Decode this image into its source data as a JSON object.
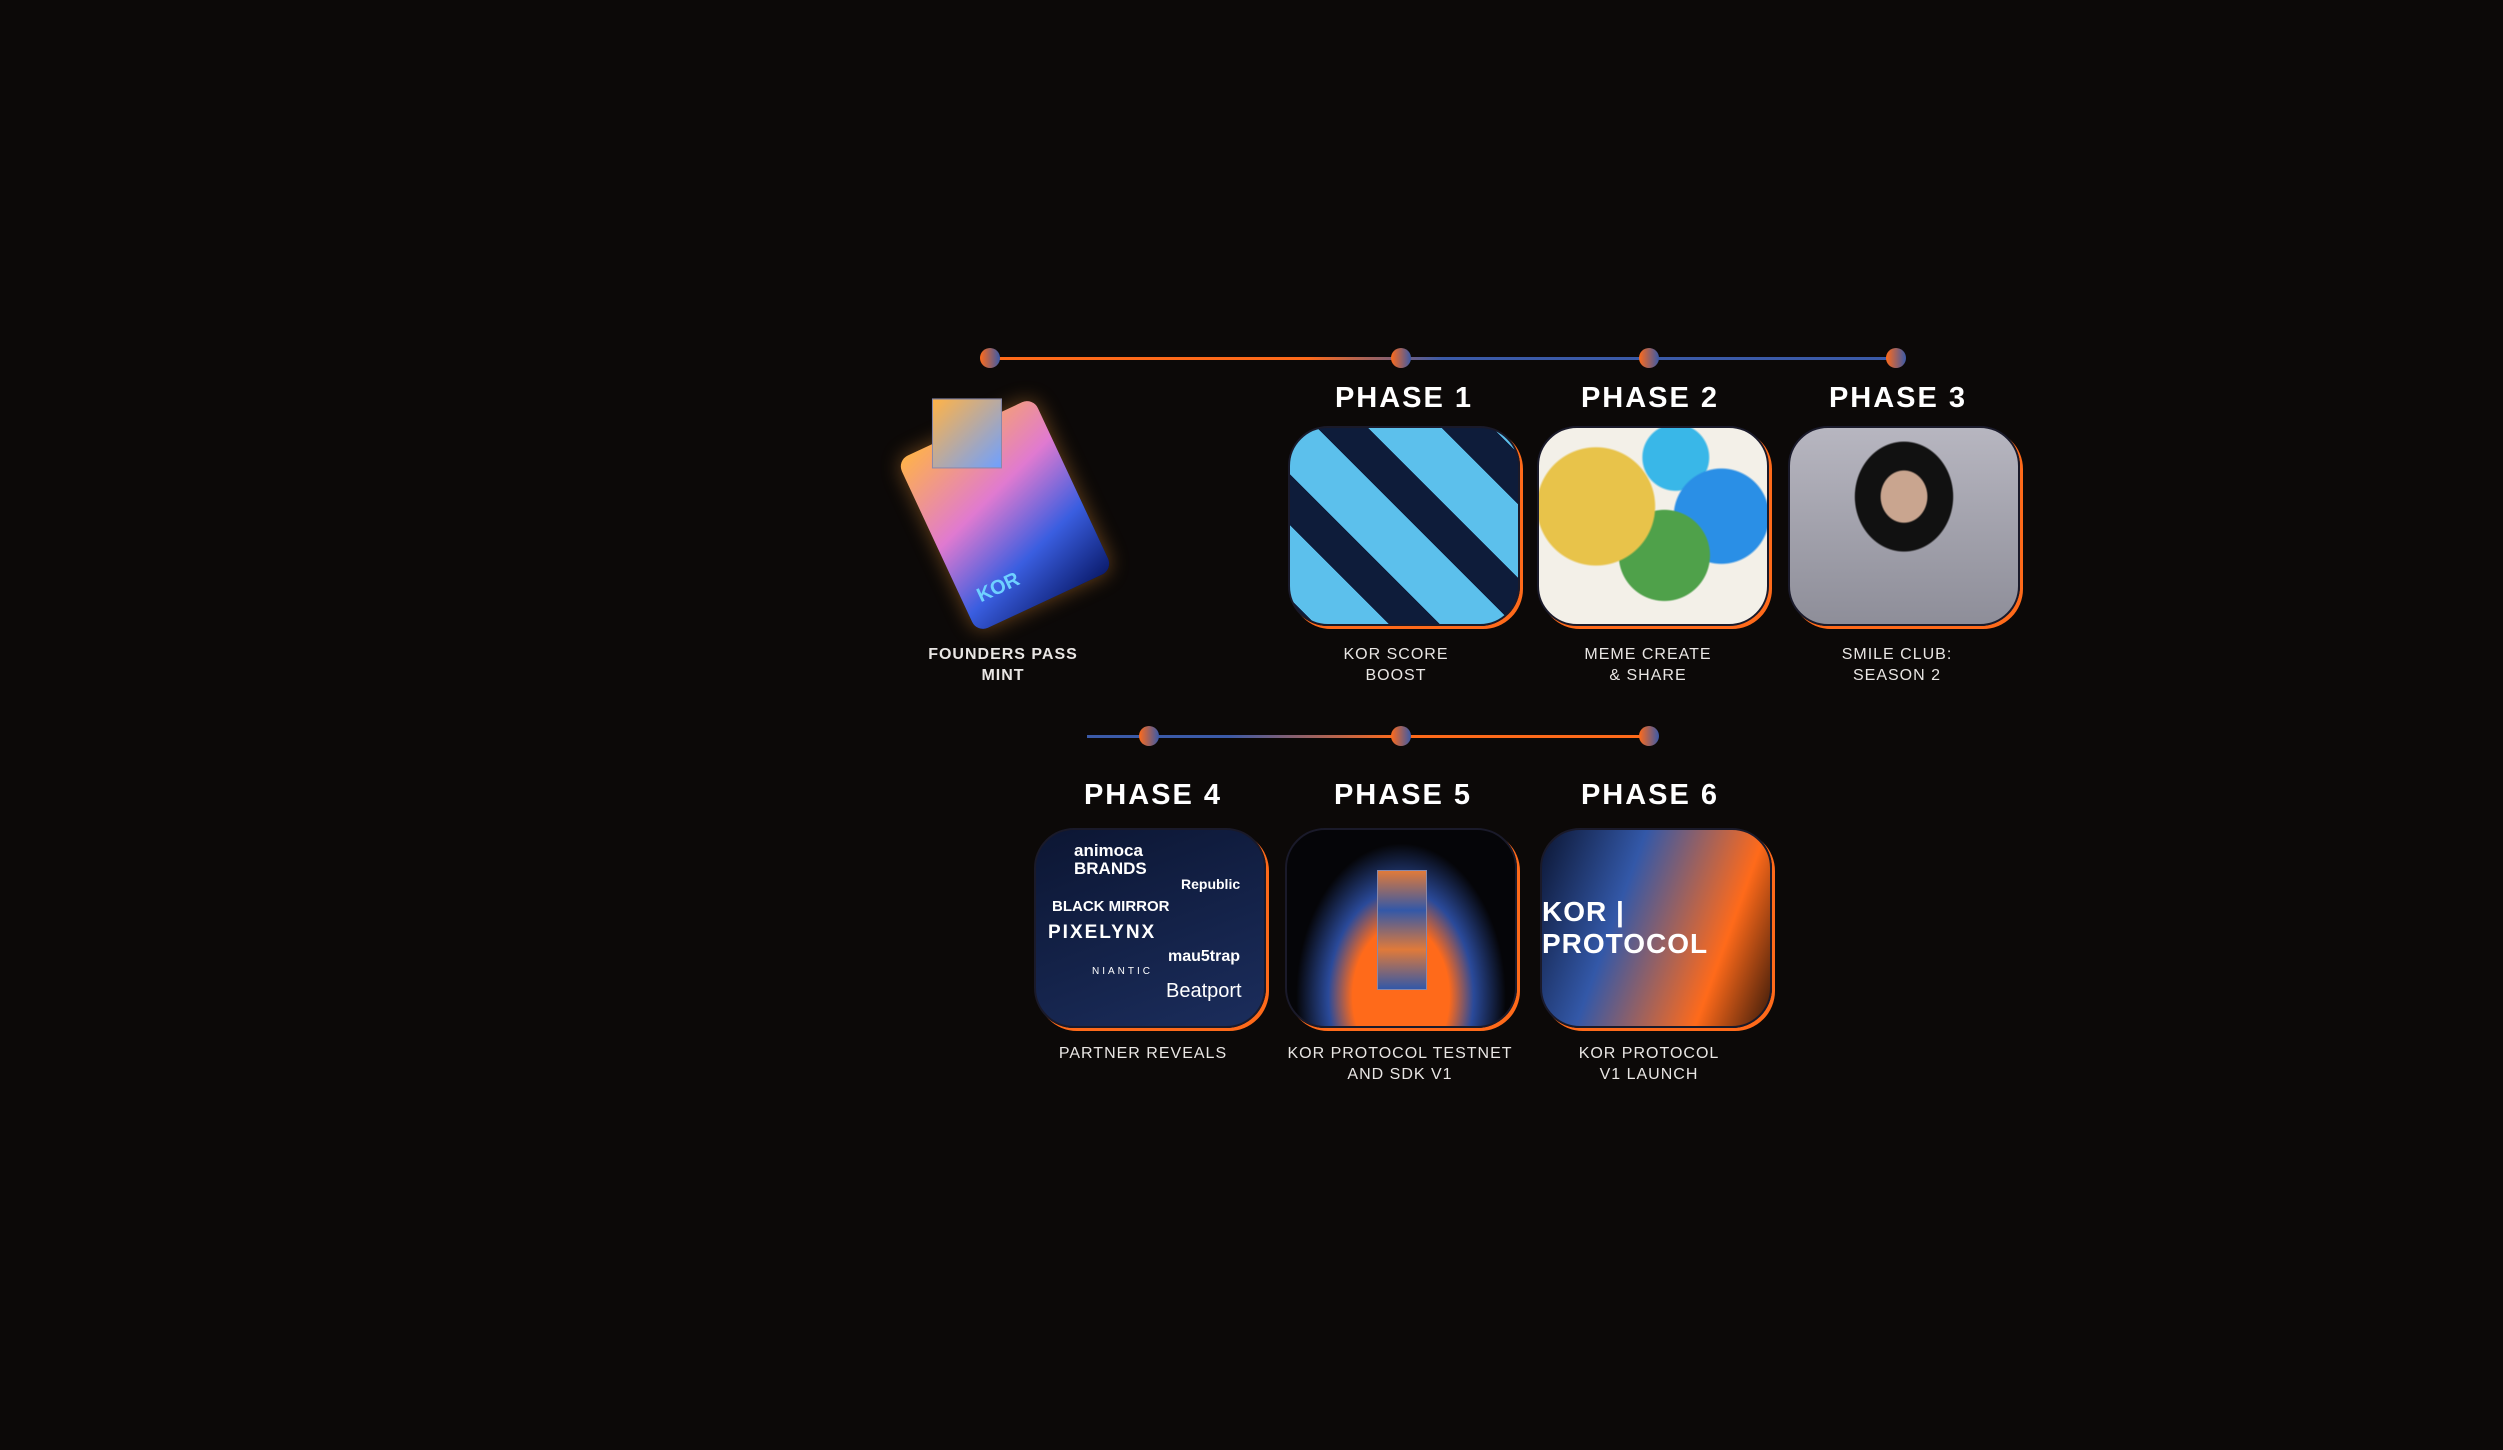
{
  "founders": {
    "label_line1": "FOUNDERS PASS",
    "label_line2": "MINT",
    "card_text": "KOR"
  },
  "phases": [
    {
      "title": "PHASE 1",
      "label_line1": "KOR SCORE",
      "label_line2": "BOOST"
    },
    {
      "title": "PHASE 2",
      "label_line1": "MEME CREATE",
      "label_line2": "& SHARE"
    },
    {
      "title": "PHASE 3",
      "label_line1": "SMILE CLUB:",
      "label_line2": "SEASON 2"
    },
    {
      "title": "PHASE 4",
      "label_line1": "PARTNER REVEALS",
      "label_line2": ""
    },
    {
      "title": "PHASE 5",
      "label_line1": "KOR PROTOCOL TESTNET",
      "label_line2": "AND SDK V1"
    },
    {
      "title": "PHASE 6",
      "label_line1": "KOR PROTOCOL",
      "label_line2": "V1 LAUNCH"
    }
  ],
  "partners": [
    "animoca BRANDS",
    "Republic",
    "BLACK MIRROR",
    "PIXELYNX",
    "NIANTIC",
    "mau5trap",
    "Beatport"
  ],
  "phase6_logo": "KOR | PROTOCOL",
  "colors": {
    "accent_orange": "#ff6a1a",
    "accent_blue": "#3b5aa8",
    "background": "#0c0908"
  }
}
